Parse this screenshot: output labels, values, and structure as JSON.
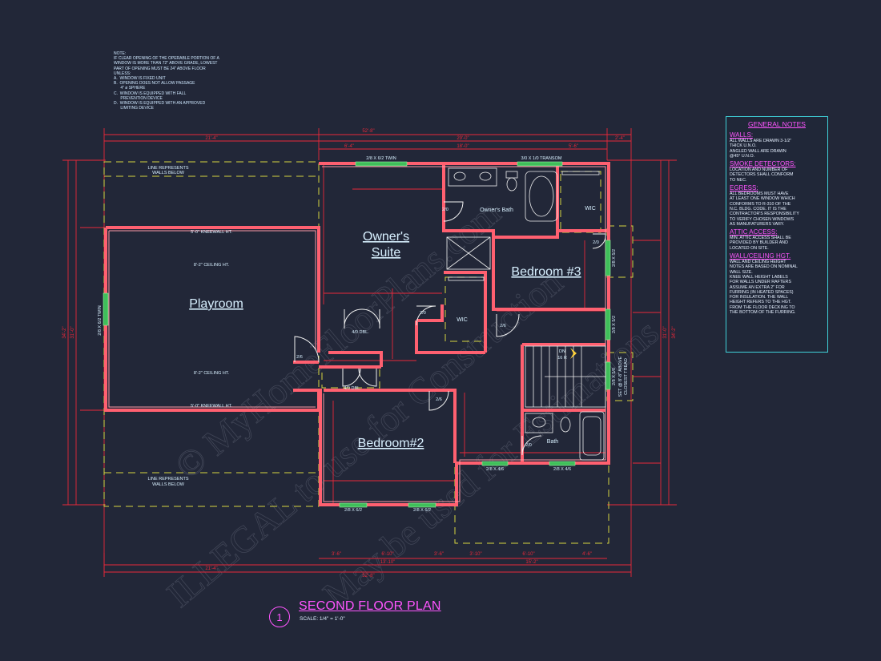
{
  "note": {
    "lines": [
      "NOTE:",
      "IF CLEAR OPENING OF THE OPERABLE PORTION OF A",
      "WINDOW IS MORE THAN 72\" ABOVE GRADE, LOWEST",
      "PART OF OPENING MUST BE 24\" ABOVE FLOOR",
      "UNLESS:",
      "",
      "A.  WINDOW IS FIXED UNIT",
      "B.  OPENING DOES NOT ALLOW PASSAGE",
      "      4\" ø SPHERE",
      "C.  WINDOW IS EQUIPPED WITH FALL",
      "      PREVENTION DEVICE",
      "D.  WINDOW IS EQUIPPED WITH AN APPROVED",
      "      LIMITING DEVICE"
    ]
  },
  "general_notes": {
    "title": "GENERAL NOTES",
    "sections": [
      {
        "heading": "WALLS:",
        "body": "ALL WALLS ARE DRAWN 3-1/2\"\nTHICK U.N.O.\nANGLED WALL ARE DRAWN\n@45° U.N.O."
      },
      {
        "heading": "SMOKE DETECTORS:",
        "body": "LOCATION AND NUMBER OF\nDETECTORS SHALL CONFORM\nTO NEC."
      },
      {
        "heading": "EGRESS:",
        "body": "ALL BEDROOMS MUST HAVE\nAT LEAST ONE WINDOW WHICH\nCONFORMS TO R-310 OF THE\nN.C. BLDG. CODE. IT IS THE\nCONTRACTOR'S RESPONSIBILITY\nTO VERIFY CHOSEN WINDOWS\nAS MANUFATURERS VARY."
      },
      {
        "heading": "ATTIC ACCESS:",
        "body": "MIN. ATTIC ACCESS SHALL BE\nPROVIDED BY BUILDER AND\nLOCATED ON SITE."
      },
      {
        "heading": "WALL/CEILING HGT.",
        "body": "WALL AND CEILING HEIGHT\nNOTES ARE BASED ON NOMINAL\nWALL SIZE.\nKNEE WALL HEIGHT LABELS\nFOR WALLS UNDER RAFTERS\nASSUME AN EXTRA 2\" FOR\nFURRING (IN HEATED SPACES)\nFOR INSULATION. THE WALL\nHEIGHT REFERS TO THE HGT.\nFROM THE FLOOR DECKING TO\nTHE BOTTOM OF THE FURRING."
      }
    ]
  },
  "drawing": {
    "number": "1",
    "title": "SECOND FLOOR PLAN",
    "scale": "SCALE:   1/4\" = 1'-0\""
  },
  "rooms": [
    {
      "id": "owners-suite",
      "label": "Owner's\nSuite"
    },
    {
      "id": "bedroom-3",
      "label": "Bedroom #3"
    },
    {
      "id": "playroom",
      "label": "Playroom"
    },
    {
      "id": "bedroom-2",
      "label": "Bedroom#2"
    },
    {
      "id": "owners-bath",
      "label": "Owner's Bath"
    },
    {
      "id": "wic-1",
      "label": "WIC"
    },
    {
      "id": "wic-2",
      "label": "WIC"
    },
    {
      "id": "bath",
      "label": "Bath"
    }
  ],
  "labels": {
    "walls_below_top": "LINE REPRESENTS\nWALLS BELOW",
    "walls_below_bottom": "LINE REPRESENTS\nWALLS BELOW",
    "kneewall_top": "5'-0\" KNEEWALL HT.",
    "ceiling_top": "8'-2\" CEILING HT.",
    "ceiling_bottom": "8'-2\" CEILING HT.",
    "kneewall_bottom": "5'-0\" KNEEWALL HT.",
    "dbl_1": "4/0 DBL.",
    "dbl_2": "4/0 DBL.",
    "window_playroom": "2/8 X 6/2 TWIN",
    "window_top_twin": "2/8 X 6/2 TWIN",
    "window_transom": "3/0 X 1/0 TRANSOM",
    "window_b3_a": "2/8 X 5/2",
    "window_b3_b": "2/8 X 5/2",
    "window_stair": "2/8 X 5/0",
    "window_stair_note": "SET @ 8'-8\" ABOVE\nCLOSEST TREAD",
    "window_bath_a": "2/8 X 4/6",
    "window_bath_b": "2/8 X 4/6",
    "window_b2_a": "2/8 X 6/2",
    "window_b2_b": "2/8 X 6/2",
    "door_20": "2/0",
    "door_26": "2/6",
    "dn": "DN",
    "risers": "16 R"
  },
  "dimensions": {
    "overall_top": "52'-8\"",
    "top_left": "21'-4\"",
    "top_mid": "29'-0\"",
    "top_right": "2'-4\"",
    "top_sub": [
      "6'-4\"",
      "18'-0\"",
      "5'-6\""
    ],
    "overall_bottom": "52'-8\"",
    "bottom_left": "21'-4\"",
    "bottom_mid": "13'-10\"",
    "bottom_right": "15'-2\"",
    "bottom_sub": [
      "3'-6\"",
      "6'-10\"",
      "3'-6\"",
      "3'-10\"",
      "6'-10\"",
      "4'-6\""
    ],
    "left_overall": "34'-2\"",
    "left_total": "31'-0\"",
    "right_overall": "34'-2\"",
    "right_total": "31'-0\""
  },
  "colors": {
    "background": "#222738",
    "dimension": "#e8283a",
    "wall": "#ff6070",
    "dashed": "#d6d640",
    "fixture": "#f0f0f0",
    "window": "#3fbf5a",
    "text": "#d8f0ff",
    "title": "#ff55ff",
    "note_border": "#3fd0d8"
  },
  "watermark": [
    "© MyHomeFloorPlans.com",
    "ILLEGAL to use for Construction",
    "May be used for Estimations"
  ]
}
